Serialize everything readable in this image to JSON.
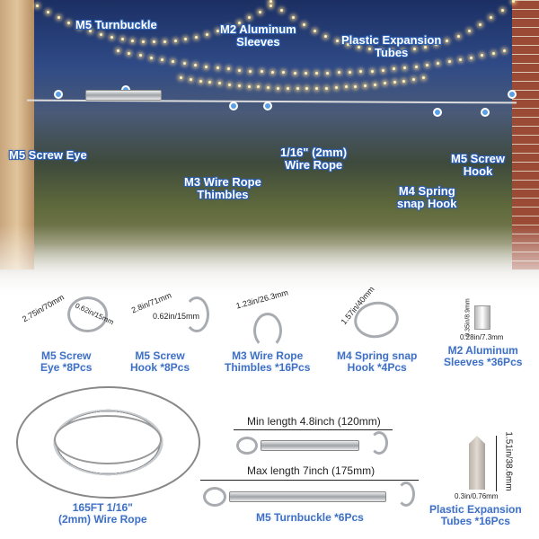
{
  "callouts": {
    "turnbuckle": "M5 Turnbuckle",
    "sleeves": [
      "M2 Aluminum",
      "Sleeves"
    ],
    "tubes": [
      "Plastic Expansion",
      "Tubes"
    ],
    "screw_eye": "M5 Screw Eye",
    "wire_rope": [
      "1/16\" (2mm)",
      "Wire Rope"
    ],
    "screw_hook": [
      "M5 Screw",
      "Hook"
    ],
    "thimbles": [
      "M3 Wire Rope",
      "Thimbles"
    ],
    "snap_hook": [
      "M4 Spring",
      "snap Hook"
    ]
  },
  "parts": [
    {
      "name": [
        "M5 Screw",
        "Eye *8Pcs"
      ],
      "dims": [
        "2.75in/70mm",
        "0.62in/15mm"
      ]
    },
    {
      "name": [
        "M5 Screw",
        "Hook *8Pcs"
      ],
      "dims": [
        "2.8in/71mm",
        "0.62in/15mm"
      ]
    },
    {
      "name": [
        "M3 Wire Rope",
        "Thimbles *16Pcs"
      ],
      "dims": [
        "1.23in/26.3mm"
      ]
    },
    {
      "name": [
        "M4 Spring snap",
        "Hook *4Pcs"
      ],
      "dims": [
        "1.57in/40mm"
      ]
    },
    {
      "name": [
        "M2 Aluminum",
        "Sleeves  *36Pcs"
      ],
      "dims": [
        "0.35in/8.9mm",
        "0.28in/7.3mm"
      ]
    },
    {
      "name": [
        "165FT 1/16\"",
        "(2mm) Wire Rope"
      ]
    },
    {
      "name": [
        "M5 Turnbuckle *6Pcs"
      ],
      "dims": [
        "Min length 4.8inch (120mm)",
        "Max length 7inch (175mm)"
      ]
    },
    {
      "name": [
        "Plastic Expansion",
        "Tubes *16Pcs"
      ],
      "dims": [
        "1.51in/38.6mm",
        "0.3in/0.76mm"
      ]
    }
  ]
}
